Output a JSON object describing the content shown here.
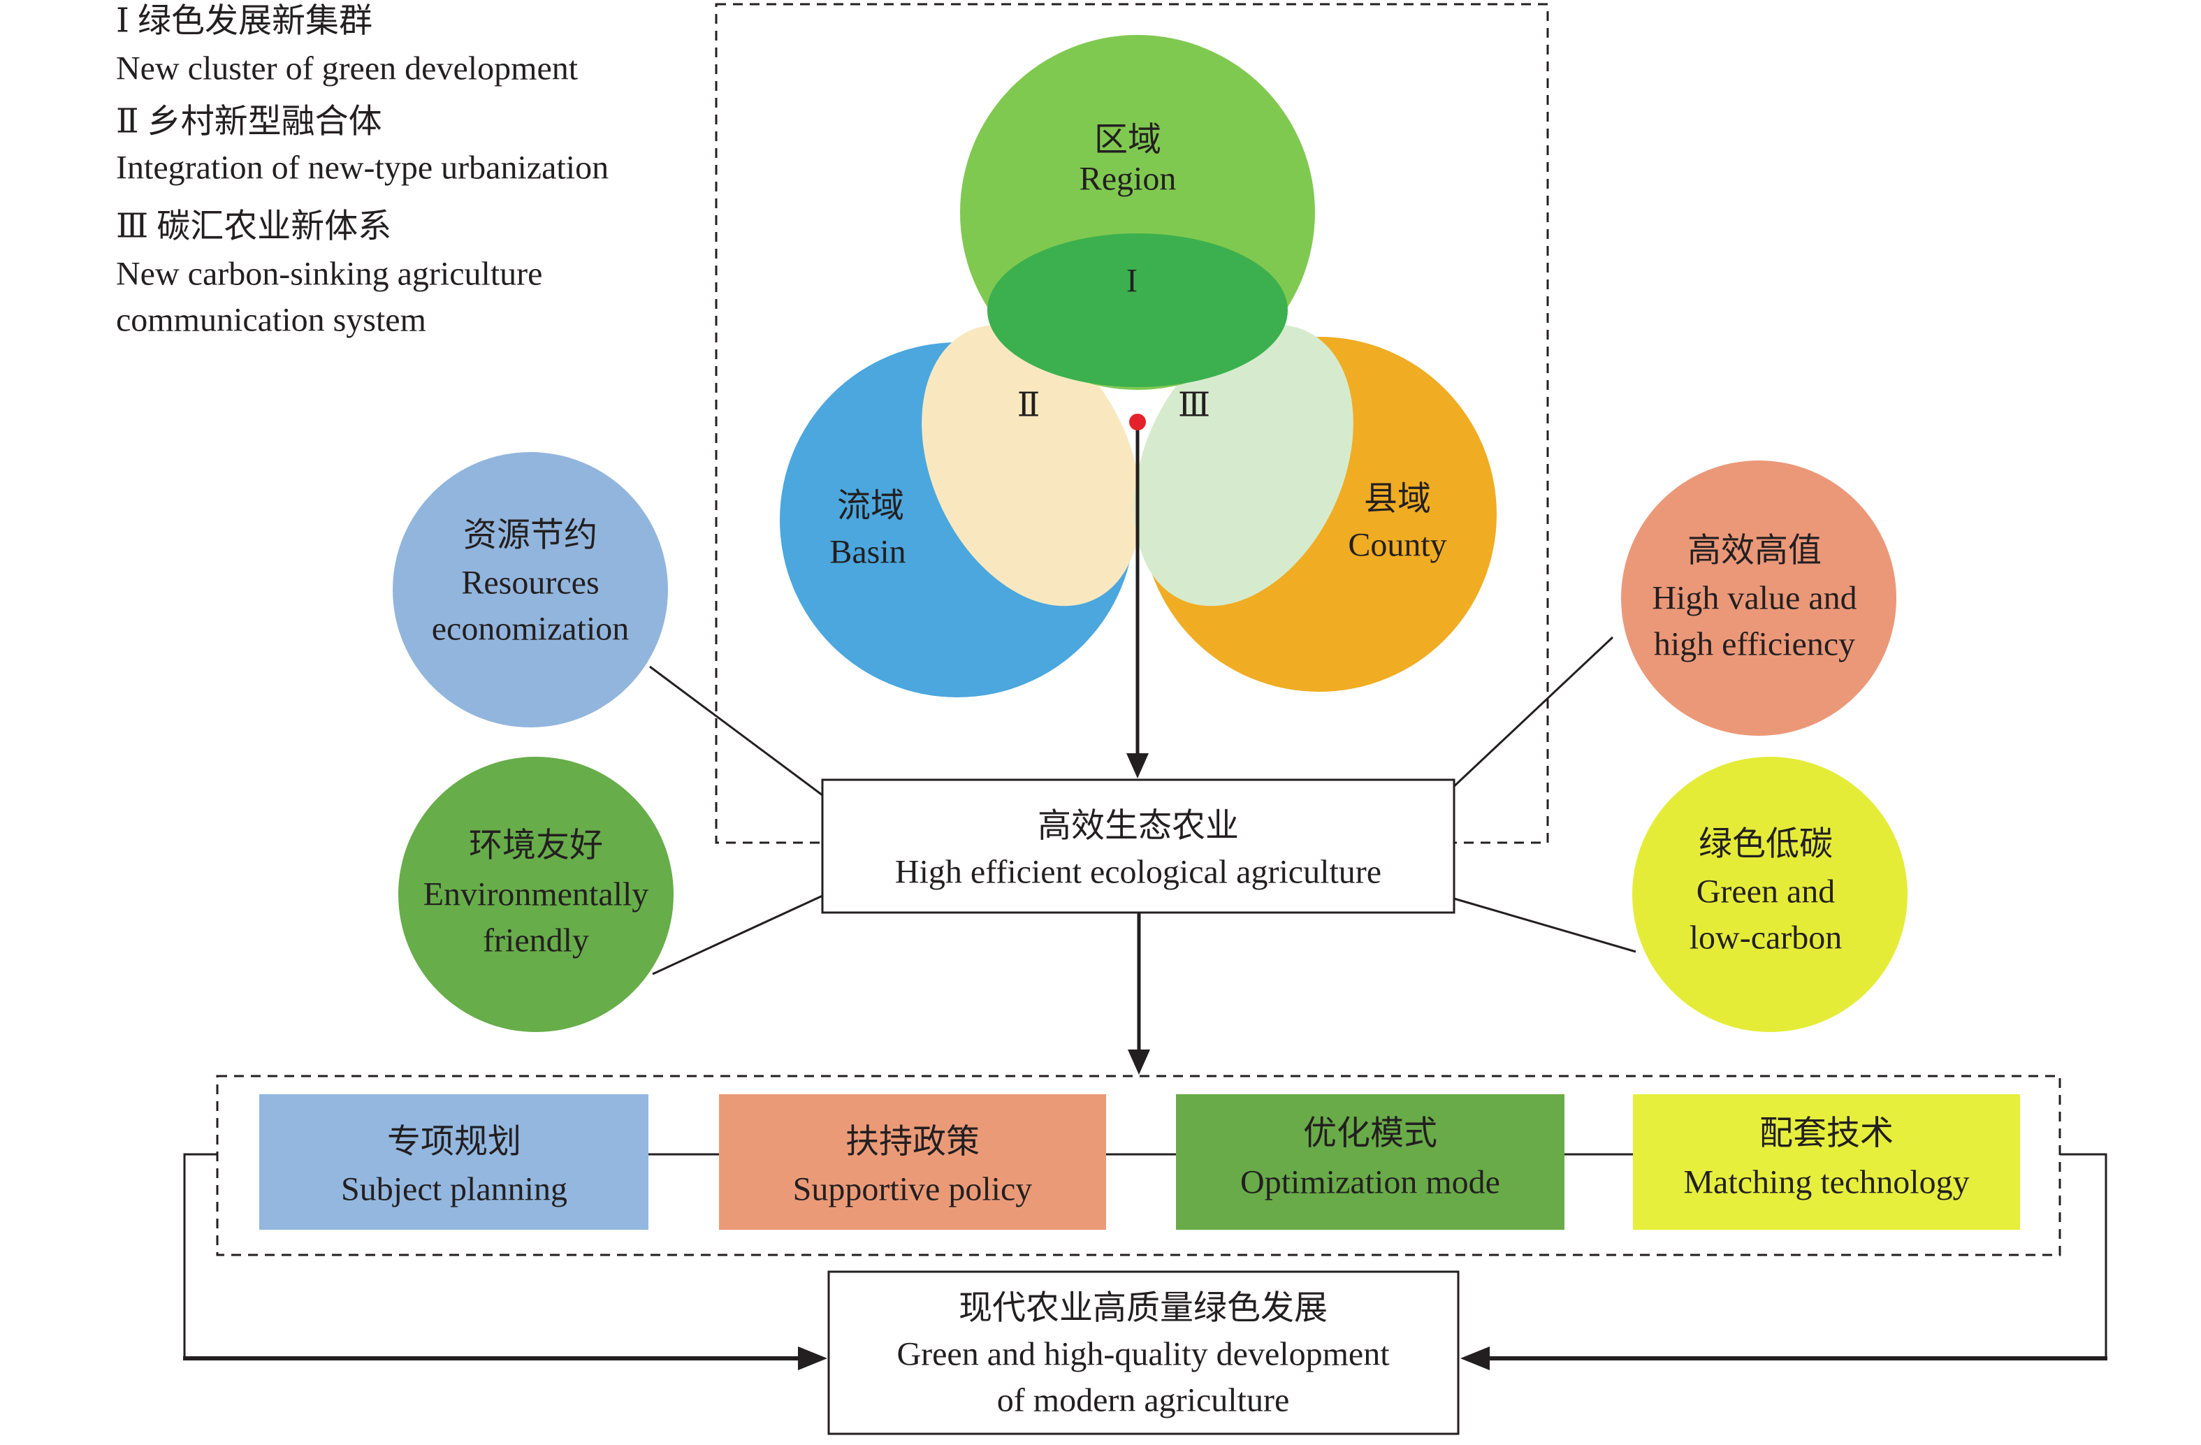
{
  "legend": [
    {
      "cn": "Ⅰ 绿色发展新集群",
      "en_lines": [
        "New cluster of green development"
      ]
    },
    {
      "cn": "Ⅱ 乡村新型融合体",
      "en_lines": [
        "Integration of new-type urbanization"
      ]
    },
    {
      "cn": "Ⅲ 碳汇农业新体系",
      "en_lines": [
        "New carbon-sinking agriculture",
        "communication system"
      ]
    }
  ],
  "venn": {
    "region": {
      "cn": "区域",
      "en": "Region",
      "mark": "I"
    },
    "basin": {
      "cn": "流域",
      "en": "Basin"
    },
    "county": {
      "cn": "县域",
      "en": "County"
    },
    "basin_overlap_mark": "Ⅱ",
    "county_overlap_mark": "Ⅲ"
  },
  "core": {
    "cn": "高效生态农业",
    "en": "High efficient ecological agriculture"
  },
  "attributes": [
    {
      "cn": "资源节约",
      "en_lines": [
        "Resources",
        "economization"
      ]
    },
    {
      "cn": "环境友好",
      "en_lines": [
        "Environmentally",
        "friendly"
      ]
    },
    {
      "cn": "高效高值",
      "en_lines": [
        "High value and",
        "high efficiency"
      ]
    },
    {
      "cn": "绿色低碳",
      "en_lines": [
        "Green and",
        "low-carbon"
      ]
    }
  ],
  "measures": [
    {
      "cn": "专项规划",
      "en": "Subject planning"
    },
    {
      "cn": "扶持政策",
      "en": "Supportive policy"
    },
    {
      "cn": "优化模式",
      "en": "Optimization mode"
    },
    {
      "cn": "配套技术",
      "en": "Matching technology"
    }
  ],
  "goal": {
    "cn": "现代农业高质量绿色发展",
    "en_lines": [
      "Green and high-quality development",
      "of modern agriculture"
    ]
  },
  "colors": {
    "region": "#80c950",
    "region_core": "#3cb04f",
    "basin": "#4ba7de",
    "county": "#f0ac22",
    "basin_overlap": "#f9e8bf",
    "county_overlap": "#d6ebcd",
    "origin_dot": "#e5222b",
    "attr_resources": "#92b5dd",
    "attr_environment": "#67ad4a",
    "attr_high_value": "#eb9878",
    "attr_low_carbon": "#e5ec38",
    "measure_planning": "#93b7df",
    "measure_policy": "#eb9a78",
    "measure_mode": "#69ab48",
    "measure_technology": "#e6ef3c"
  }
}
